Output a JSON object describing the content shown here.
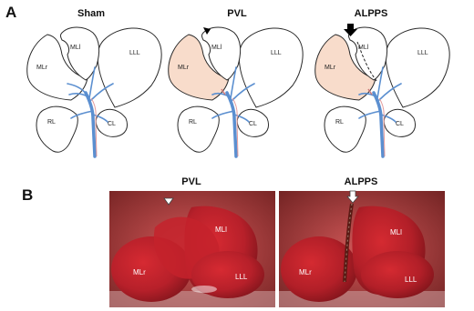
{
  "panels": {
    "a_letter": "A",
    "b_letter": "B"
  },
  "diagram_titles": [
    "Sham",
    "PVL",
    "ALPPS"
  ],
  "lobe_labels": {
    "mli": "MLl",
    "mlr": "MLr",
    "lll": "LLL",
    "rl": "RL",
    "cl": "CL"
  },
  "photo_titles": [
    "PVL",
    "ALPPS"
  ],
  "colors": {
    "portal_vein": "#5b8fd0",
    "hepatic_artery": "#e49b9b",
    "ligated_lobe_fill": "#f8dccb",
    "liver_photo": "#b7202a"
  },
  "markers": {
    "pvl_diagram": "black-arrowhead-icon",
    "alpps_diagram": "black-arrow-icon",
    "pvl_photo": "white-arrowhead-icon",
    "alpps_photo": "white-arrow-icon"
  }
}
